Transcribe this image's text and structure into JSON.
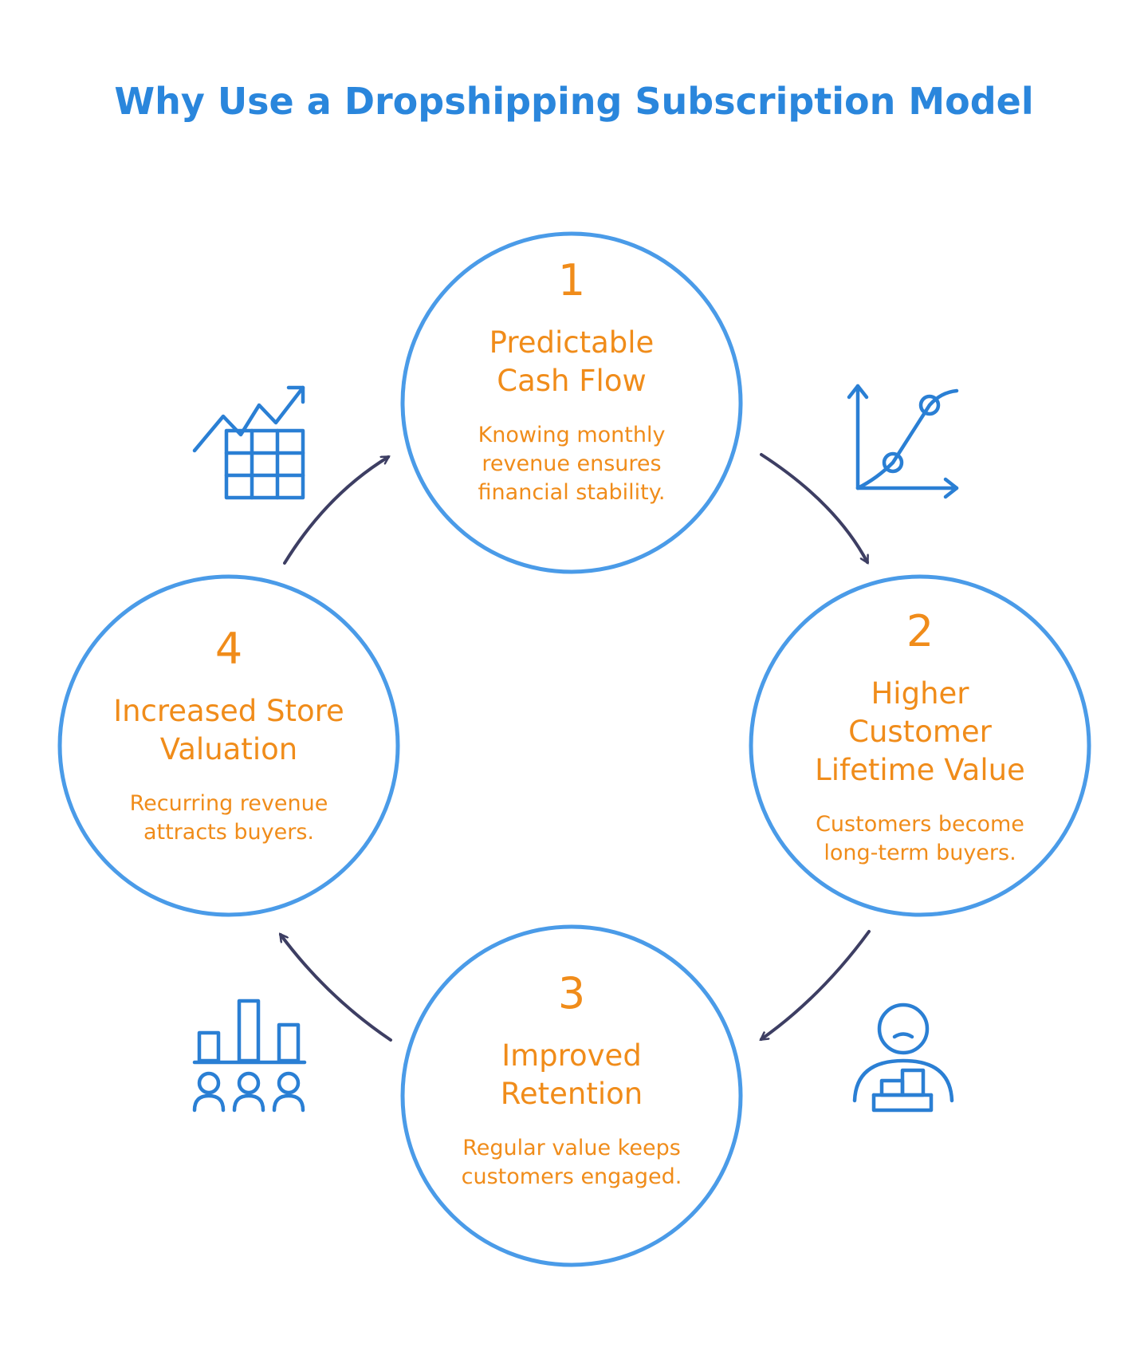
{
  "title": "Why Use a Dropshipping Subscription Model",
  "colors": {
    "title": "#2a86dc",
    "circle": "#4a9be8",
    "text": "#f08c1a",
    "arrow": "#3d3e63",
    "icon": "#2a7fd4"
  },
  "steps": [
    {
      "number": "1",
      "heading": "Predictable Cash Flow",
      "description": "Knowing monthly revenue ensures financial stability.",
      "icon": "line-chart-growth-icon"
    },
    {
      "number": "2",
      "heading": "Higher Customer Lifetime Value",
      "description": "Customers become long-term buyers.",
      "icon": "customer-value-icon"
    },
    {
      "number": "3",
      "heading": "Improved Retention",
      "description": "Regular value keeps customers engaged.",
      "icon": "customer-retention-icon"
    },
    {
      "number": "4",
      "heading": "Increased Store Valuation",
      "description": "Recurring revenue attracts buyers.",
      "icon": "revenue-table-icon"
    }
  ]
}
